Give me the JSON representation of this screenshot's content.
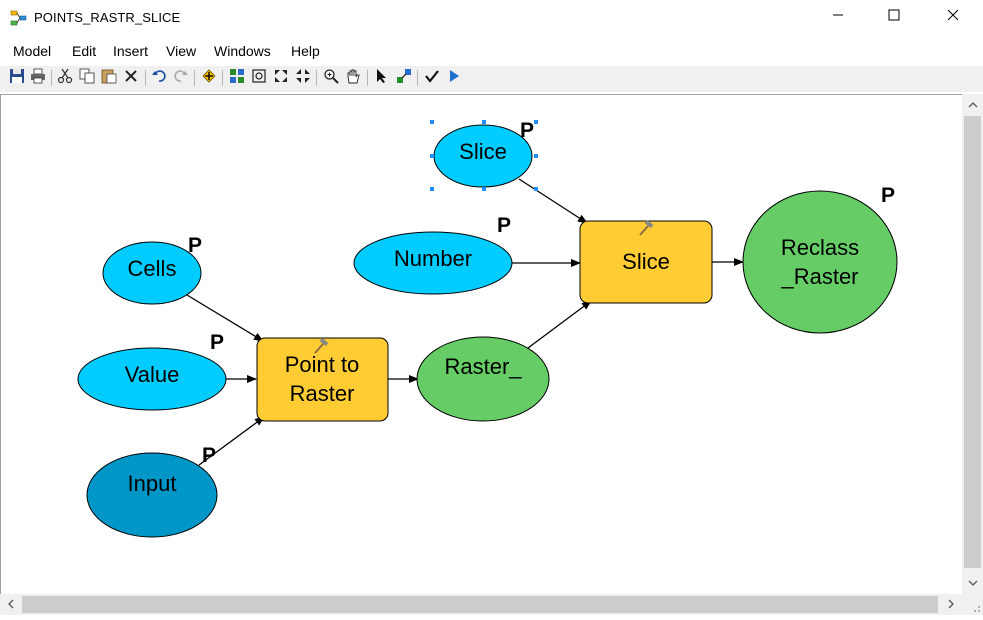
{
  "window": {
    "title": "POINTS_RASTR_SLICE",
    "controls": [
      "minimize-icon",
      "maximize-icon",
      "close-icon"
    ]
  },
  "menu": {
    "items": [
      {
        "label": "Model"
      },
      {
        "label": "Edit"
      },
      {
        "label": "Insert"
      },
      {
        "label": "View"
      },
      {
        "label": "Windows"
      },
      {
        "label": "Help"
      }
    ]
  },
  "toolbar": {
    "icons": [
      "save-icon",
      "print-icon",
      "cut-icon",
      "copy-icon",
      "paste-icon",
      "delete-icon",
      "undo-icon",
      "redo-icon",
      "add-data-icon",
      "auto-layout-icon",
      "full-extent-icon",
      "fixed-zoom-in-icon",
      "fixed-zoom-out-icon",
      "zoom-in-icon",
      "pan-icon",
      "select-icon",
      "connect-icon",
      "validate-icon",
      "run-icon"
    ]
  },
  "colors": {
    "variable_fill": "#00ccff",
    "input_fill": "#0096c8",
    "tool_fill": "#ffcc33",
    "output_fill": "#66cc66",
    "stroke": "#000000",
    "selection_handle": "#1e90ff"
  },
  "model": {
    "parameter_marker": "P",
    "nodes": {
      "slice_var": {
        "label": "Slice"
      },
      "number": {
        "label": "Number"
      },
      "cells": {
        "label": "Cells"
      },
      "value": {
        "label": "Value"
      },
      "input": {
        "label": "Input"
      },
      "point_to_raster": {
        "line1": "Point to",
        "line2": "Raster"
      },
      "raster_out": {
        "label": "Raster_"
      },
      "slice_tool": {
        "label": "Slice"
      },
      "reclass_raster": {
        "line1": "Reclass",
        "line2": "_Raster"
      }
    }
  }
}
